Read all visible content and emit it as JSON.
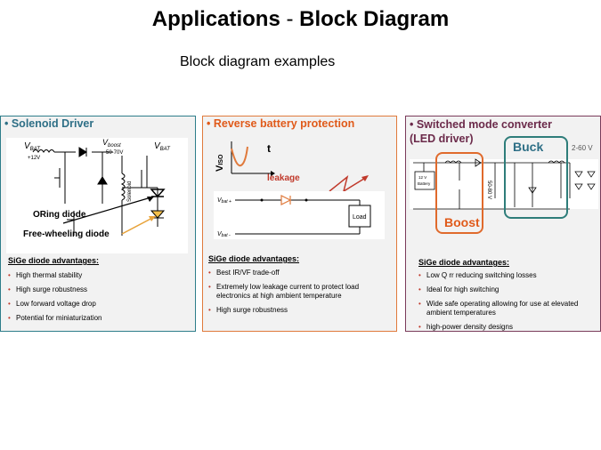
{
  "title_part1": "Applications",
  "title_sep": " - ",
  "title_part2": "Block Diagram",
  "subtitle": "Block diagram examples",
  "panels": [
    {
      "title": "• Solenoid Driver",
      "labels": {
        "vbat_left": "V",
        "vbat_left_sub": "BAT",
        "v12": "+12V",
        "vboost": "V",
        "vboost_sub": "boost",
        "vboost_range": "50-70V",
        "vbat_right": "V",
        "vbat_right_sub": "BAT",
        "solenoid": "Solenoid",
        "oring": "ORing diode",
        "freewheel": "Free-wheeling diode"
      },
      "adv_title": "SiGe diode advantages:",
      "advantages": [
        "High thermal stability",
        "High surge robustness",
        "Low forward voltage drop",
        "Potential for miniaturization"
      ]
    },
    {
      "title": "• Reverse battery protection",
      "labels": {
        "viso": "V",
        "viso_sub": "ISO",
        "t": "t",
        "leakage": "leakage",
        "vbat_plus": "V",
        "vbat_plus_sub": "bat +",
        "vbat_minus": "V",
        "vbat_minus_sub": "bat -",
        "load": "Load"
      },
      "adv_title": "SiGe diode advantages:",
      "advantages": [
        "Best IR/VF trade-off",
        "Extremely low leakage current to protect load electronics at high ambient temperature",
        "High surge robustness"
      ]
    },
    {
      "title_line1": "• Switched mode converter",
      "title_line2": "(LED driver)",
      "labels": {
        "buck": "Buck",
        "boost": "Boost",
        "range_right": "2-60 V",
        "range_mid": "50-80 V",
        "battery_line1": "12 V",
        "battery_line2": "Battery"
      },
      "adv_title": "SiGe diode advantages:",
      "advantages": [
        "Low Q rr reducing switching losses",
        "Ideal for high switching",
        "Wide safe operating allowing for use at elevated ambient temperatures",
        "high-power density designs"
      ]
    }
  ],
  "colors": {
    "teal": "#2e7d8a",
    "orange": "#e07a3c",
    "plum": "#7a3b5a",
    "red": "#c0392b",
    "buck_box": "#2e7d7a",
    "boost_box": "#e06a2c"
  }
}
